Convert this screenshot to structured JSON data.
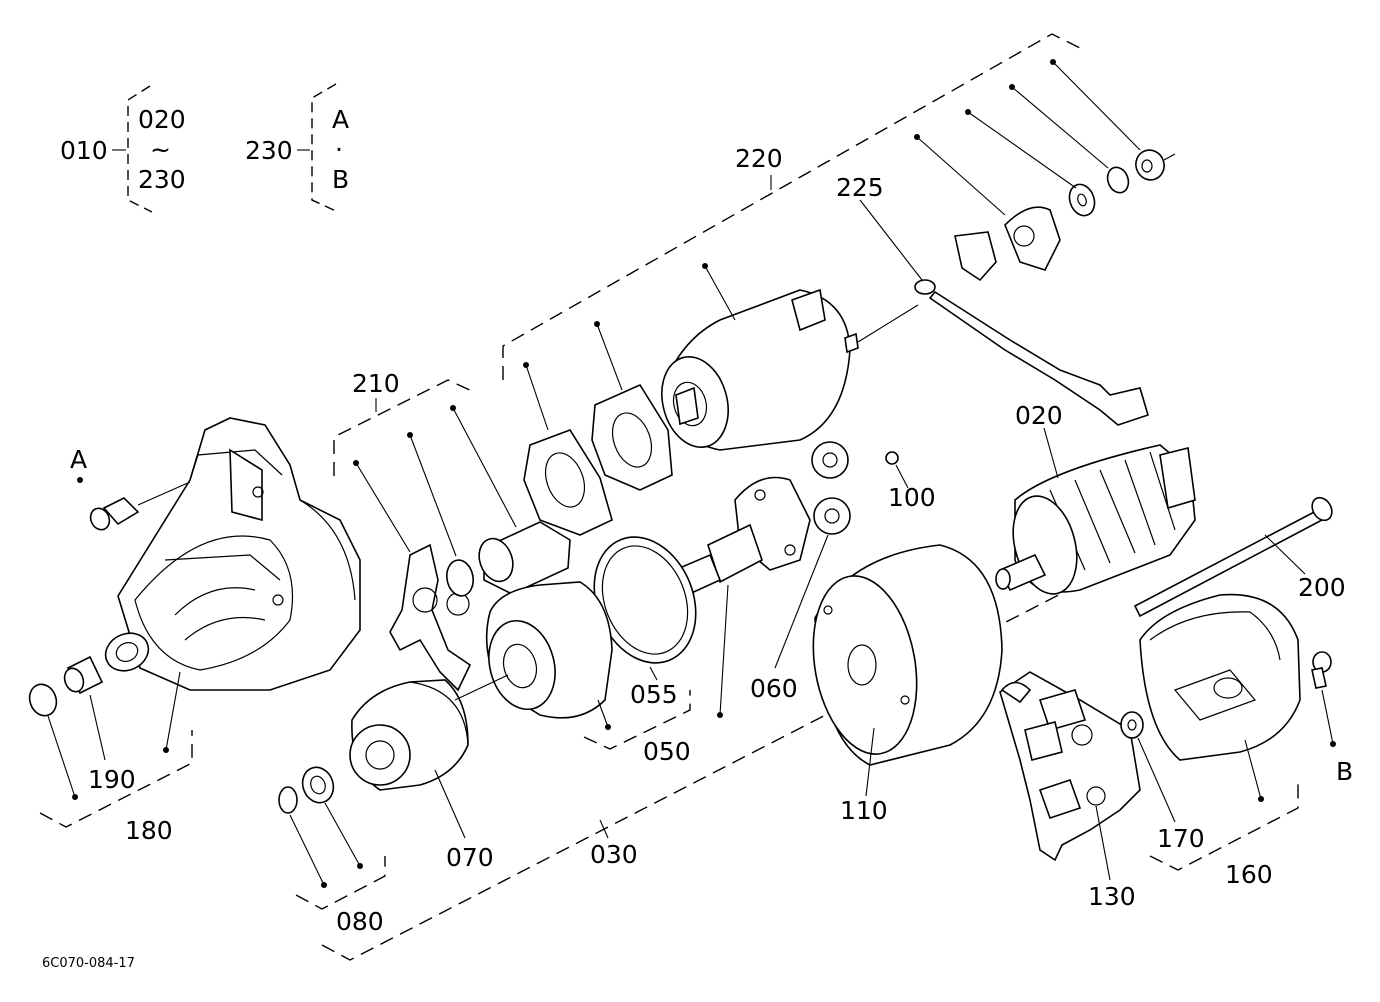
{
  "legend": {
    "group1": {
      "parent": "010",
      "from": "020",
      "tilde": "~",
      "to": "230"
    },
    "group2": {
      "parent": "230",
      "a": "A",
      "mid": "·",
      "b": "B"
    }
  },
  "labels": {
    "A": "A",
    "B": "B",
    "p020": "020",
    "p030": "030",
    "p050": "050",
    "p055": "055",
    "p060": "060",
    "p070": "070",
    "p080": "080",
    "p100": "100",
    "p110": "110",
    "p130": "130",
    "p160": "160",
    "p170": "170",
    "p180": "180",
    "p190": "190",
    "p200": "200",
    "p210": "210",
    "p220": "220",
    "p225": "225"
  },
  "drawing_code": "6C070-084-17"
}
